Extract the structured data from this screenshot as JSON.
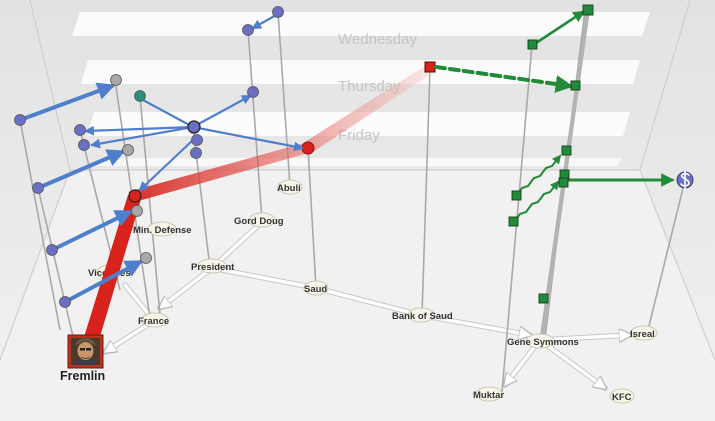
{
  "days": [
    "Wednesday",
    "Thursday",
    "Friday"
  ],
  "places": {
    "fremlin": "Fremlin",
    "vice_pres": "Vice Pres",
    "min_defense": "Min. Defense",
    "france": "France",
    "president": "President",
    "gord_doug": "Gord Doug",
    "abuli": "Abuli",
    "saud": "Saud",
    "bank_of_saud": "Bank of Saud",
    "gene_symmons": "Gene Symmons",
    "isreal": "Isreal",
    "muktar": "Muktar",
    "kfc": "KFC"
  },
  "icons": {
    "portrait": "person-portrait-icon",
    "dollar": "dollar-sign-icon"
  },
  "colors": {
    "red_path": "#d8231c",
    "blue_link": "#4f7fcc",
    "green_link": "#238a3a",
    "node_gray": "#a8a8a8",
    "node_purple": "#6b6fc4",
    "node_teal": "#2e8c78"
  }
}
